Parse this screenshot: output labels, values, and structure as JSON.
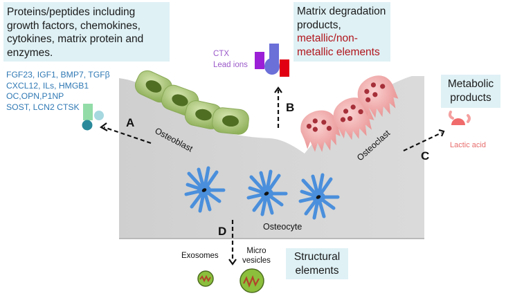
{
  "boxes": {
    "proteins": {
      "lines": [
        "Proteins/peptides including",
        "growth factors, chemokines,",
        "cytokines, matrix protein and",
        "enzymes."
      ]
    },
    "matrix": {
      "lines_black": [
        "Matrix degradation",
        "products,"
      ],
      "lines_red": [
        "metallic/non-",
        "metallic elements"
      ]
    },
    "metabolic": {
      "lines": [
        "Metabolic",
        "products"
      ]
    },
    "structural": {
      "lines": [
        "Structural",
        "elements"
      ]
    }
  },
  "protein_list": [
    "FGF23, IGF1,  BMP7, TGFβ",
    "CXCL12, ILs, HMGB1",
    "OC,OPN,P1NP",
    "SOST, LCN2 CTSK"
  ],
  "matrix_labels": [
    "CTX",
    "Lead ions"
  ],
  "metabolic_label": "Lactic acid",
  "cells": {
    "osteoblast": "Osteoblast",
    "osteoclast": "Osteoclast",
    "osteocyte": "Osteocyte"
  },
  "pathways": [
    "A",
    "B",
    "C",
    "D"
  ],
  "vesicles": {
    "exosomes": "Exosomes",
    "microvesicles": [
      "Micro",
      "vesicles"
    ]
  },
  "colors": {
    "box_bg": "#dff1f5",
    "protein_text": "#2f78b4",
    "matrix_red": "#b0151c",
    "ctx_purple": "#9b59c9",
    "lactic": "#e86b6b",
    "bone": "#d3d3d3",
    "osteoblast": "#a9c66c",
    "osteoclast": "#f2a9a9",
    "osteocyte": "#4a8fdc"
  }
}
